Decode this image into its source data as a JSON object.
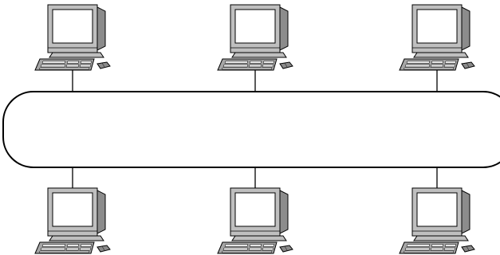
{
  "diagram": {
    "kind": "network-topology",
    "bus_label": "",
    "colors": {
      "background": "#ffffff",
      "outline": "#000000",
      "monitor_body": "#bfbfbf",
      "monitor_shade": "#8c8c8c",
      "screen": "#ffffff",
      "keyboard": "#a6a6a6",
      "keys": "#e6e6e6",
      "mouse": "#8a8a8a"
    },
    "nodes": [
      {
        "id": "workstation-top-left",
        "icon": "desktop-computer-icon",
        "row": "top",
        "label": ""
      },
      {
        "id": "workstation-top-center",
        "icon": "desktop-computer-icon",
        "row": "top",
        "label": ""
      },
      {
        "id": "workstation-top-right",
        "icon": "desktop-computer-icon",
        "row": "top",
        "label": ""
      },
      {
        "id": "workstation-bottom-left",
        "icon": "desktop-computer-icon",
        "row": "bottom",
        "label": ""
      },
      {
        "id": "workstation-bottom-center",
        "icon": "desktop-computer-icon",
        "row": "bottom",
        "label": ""
      },
      {
        "id": "workstation-bottom-right",
        "icon": "desktop-computer-icon",
        "row": "bottom",
        "label": ""
      }
    ],
    "links": [
      {
        "from": "workstation-top-left",
        "to": "network-bus"
      },
      {
        "from": "workstation-top-center",
        "to": "network-bus"
      },
      {
        "from": "workstation-top-right",
        "to": "network-bus"
      },
      {
        "from": "workstation-bottom-left",
        "to": "network-bus"
      },
      {
        "from": "workstation-bottom-center",
        "to": "network-bus"
      },
      {
        "from": "workstation-bottom-right",
        "to": "network-bus"
      }
    ]
  }
}
